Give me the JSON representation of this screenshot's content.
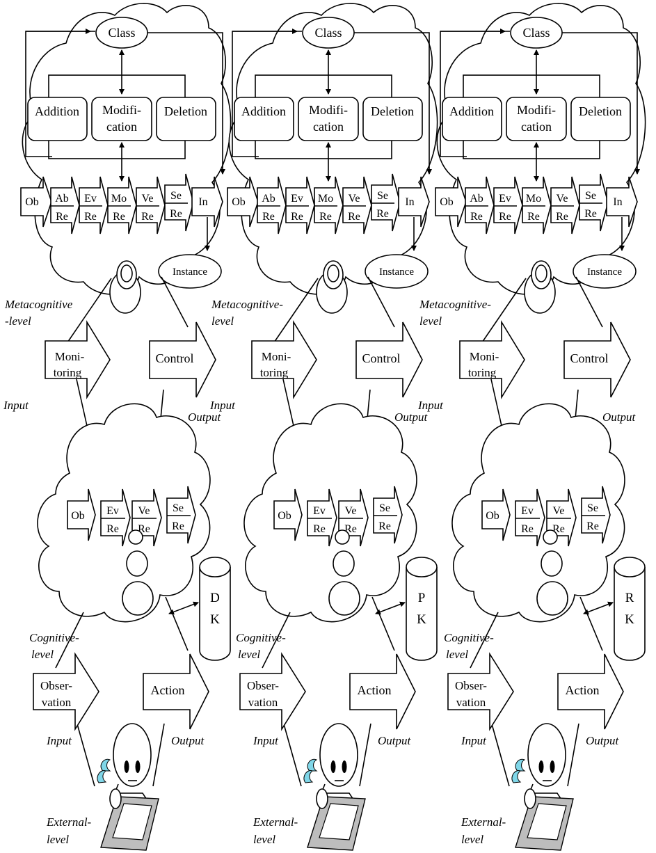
{
  "labels": {
    "class": "Class",
    "addition": "Addition",
    "modification_1": "Modifi-",
    "modification_2": "cation",
    "deletion": "Deletion",
    "instance": "Instance",
    "monitoring_1": "Moni-",
    "monitoring_2": "toring",
    "control": "Control",
    "observation_1": "Obser-",
    "observation_2": "vation",
    "action": "Action",
    "input": "Input",
    "output": "Output",
    "external_1": "External-",
    "external_2": "level",
    "re": "Re",
    "ob": "Ob",
    "ab": "Ab",
    "ev": "Ev",
    "mo": "Mo",
    "ve": "Ve",
    "se": "Se",
    "in": "In"
  },
  "columns": [
    {
      "id": "d",
      "meta_label_1": "Metacognitive",
      "meta_label_2": "-level",
      "cog_label_1": "Cognitive-",
      "cog_label_2": "level",
      "db_1": "D",
      "db_2": "K"
    },
    {
      "id": "p",
      "meta_label_1": "Metacognitive-",
      "meta_label_2": "level",
      "cog_label_1": "Cognitive-",
      "cog_label_2": "level",
      "db_1": "P",
      "db_2": "K"
    },
    {
      "id": "r",
      "meta_label_1": "Metacognitive-",
      "meta_label_2": "level",
      "cog_label_1": "Cognitive-",
      "cog_label_2": "level",
      "db_1": "R",
      "db_2": "K"
    }
  ]
}
